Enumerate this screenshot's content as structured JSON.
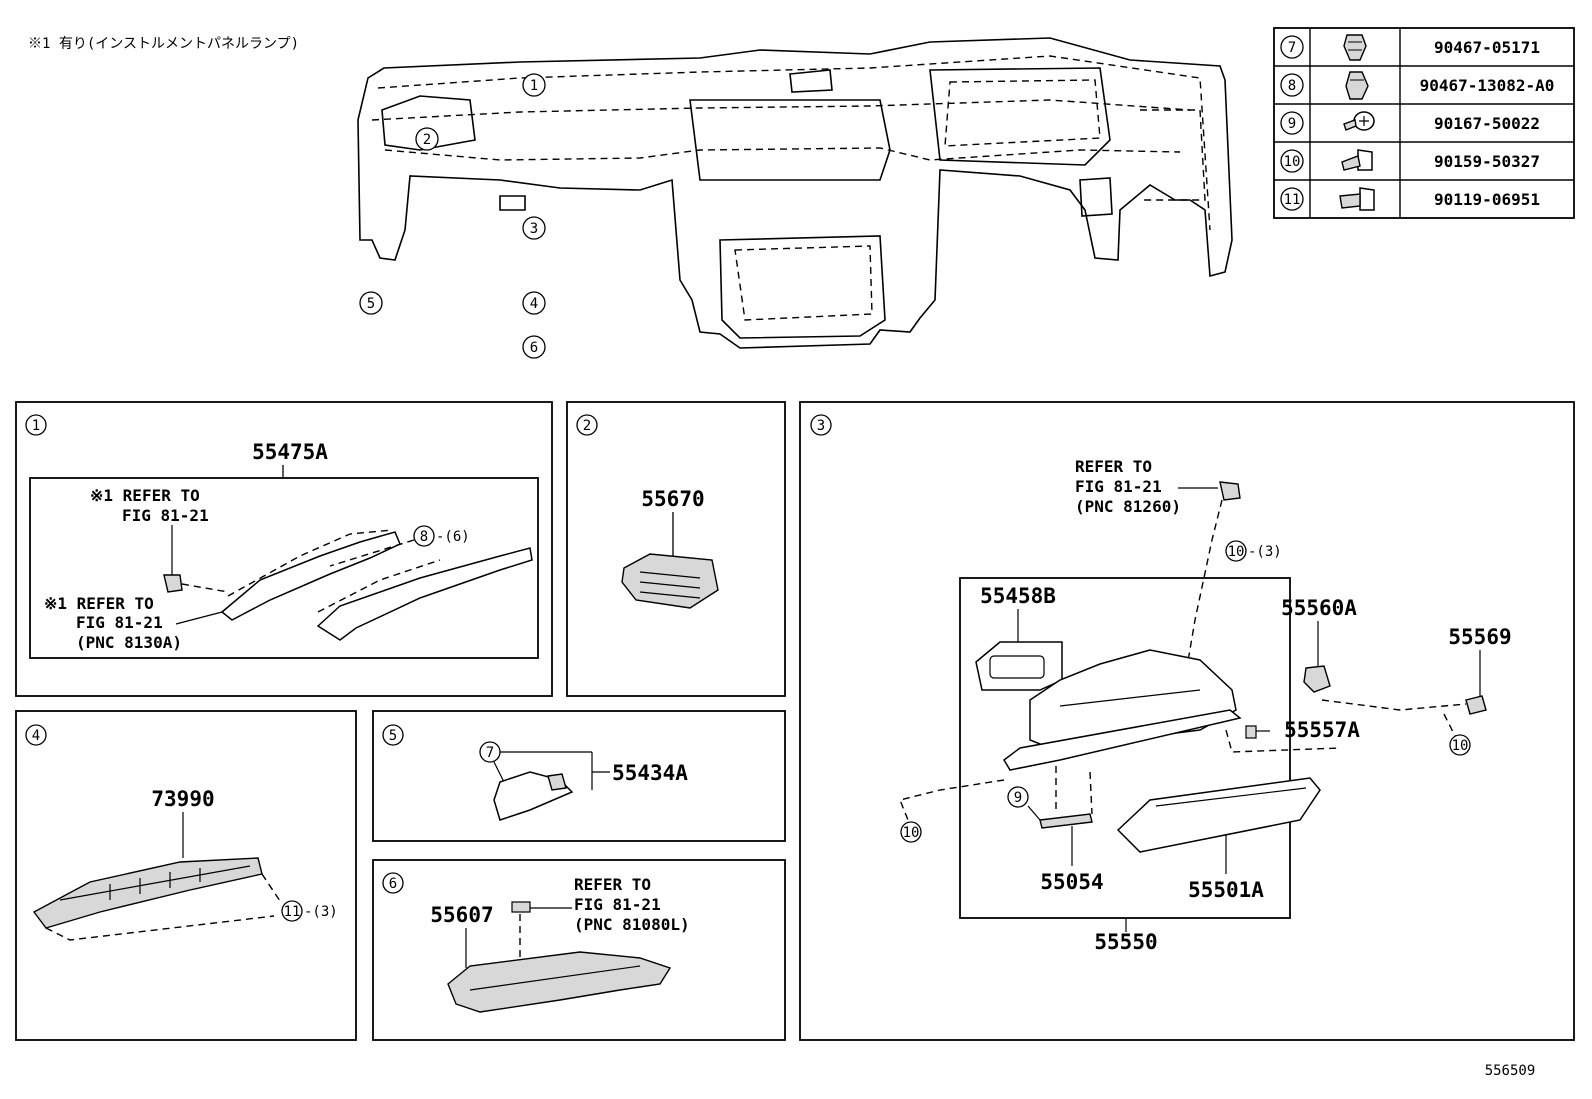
{
  "header_note": "※1 有り(インストルメントパネルランプ)",
  "fig_code": "556509",
  "legend_table": [
    {
      "ref": "7",
      "part_no": "90467-05171",
      "icon": "clip-icon"
    },
    {
      "ref": "8",
      "part_no": "90467-13082-A0",
      "icon": "clip-icon"
    },
    {
      "ref": "9",
      "part_no": "90167-50022",
      "icon": "screw-icon"
    },
    {
      "ref": "10",
      "part_no": "90159-50327",
      "icon": "screw-icon"
    },
    {
      "ref": "11",
      "part_no": "90119-06951",
      "icon": "bolt-icon"
    }
  ],
  "overview_callouts": [
    "1",
    "2",
    "3",
    "4",
    "5",
    "6"
  ],
  "panel1": {
    "num": "1",
    "assy": "55475A",
    "ref_a": [
      "※1 REFER TO",
      "FIG 81-21"
    ],
    "ref_b": [
      "※1 REFER TO",
      "FIG 81-21",
      "(PNC 8130A)"
    ],
    "fastener": "8",
    "qty": "-(6)"
  },
  "panel2": {
    "num": "2",
    "part": "55670"
  },
  "panel3": {
    "num": "3",
    "refer": [
      "REFER TO",
      "FIG 81-21",
      "(PNC 81260)"
    ],
    "parts": {
      "p55458B": "55458B",
      "p55560A": "55560A",
      "p55569": "55569",
      "p55557A": "55557A",
      "p55054": "55054",
      "p55501A": "55501A",
      "p55550": "55550"
    },
    "fast_10_top": "10",
    "qty_10_top": "-(3)",
    "fast_10_right": "10",
    "fast_10_left": "10",
    "fast_9": "9"
  },
  "panel4": {
    "num": "4",
    "part": "73990",
    "fastener": "11",
    "qty": "-(3)"
  },
  "panel5": {
    "num": "5",
    "part": "55434A",
    "fastener": "7"
  },
  "panel6": {
    "num": "6",
    "part": "55607",
    "refer": [
      "REFER TO",
      "FIG 81-21",
      "(PNC 81080L)"
    ]
  }
}
